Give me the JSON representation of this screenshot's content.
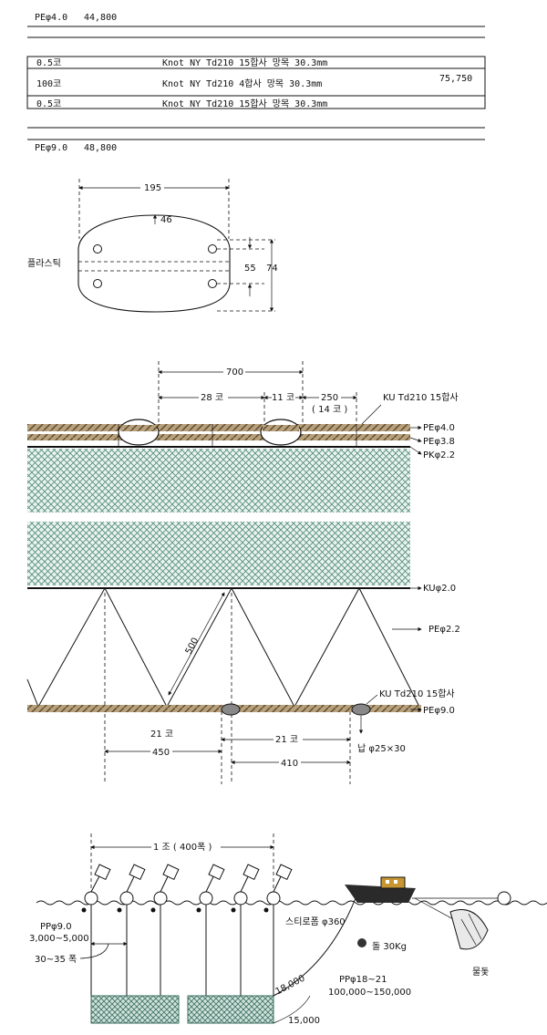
{
  "header": {
    "row1_label": "PEφ4.0",
    "row1_value": "44,800",
    "table_rows": [
      {
        "qty": "0.5코",
        "spec": "Knot NY Td210 15합사 망목 30.3mm"
      },
      {
        "qty": "100코",
        "spec": "Knot NY Td210  4합사 망목 30.3mm"
      },
      {
        "qty": "0.5코",
        "spec": "Knot NY Td210 15합사 망목 30.3mm"
      }
    ],
    "table_total": "75,750",
    "row2_label": "PEφ9.0",
    "row2_value": "48,800"
  },
  "float_diagram": {
    "width": "195",
    "top_depth": "46",
    "inner": "55",
    "height": "74",
    "material": "플라스틱"
  },
  "net_diagram": {
    "span_total": "700",
    "span_a": "28 코",
    "span_b": "11 코",
    "span_c": "250",
    "span_c_sub": "( 14 코 )",
    "top_twine": "KU Td210 15합사",
    "rope_labels": [
      "PEφ4.0",
      "PEφ3.8",
      "PKφ2.2"
    ],
    "mid_rope": "KUφ2.0",
    "zigzag_rope": "PEφ2.2",
    "zig_length": "500",
    "bottom_twine": "KU Td210 15합사",
    "bottom_rope": "PEφ9.0",
    "span_d": "21 코",
    "span_e": "21 코",
    "span_f": "450",
    "span_g": "410",
    "sinker": "납 φ25×30"
  },
  "fleet_diagram": {
    "set_label": "1 조 ( 400폭 )",
    "rope_a": "PPφ9.0",
    "rope_a_len": "3,000~5,000",
    "spacing": "30~35 폭",
    "float": "스티로폼 φ360",
    "stone": "돌 30Kg",
    "main_rope": "PPφ18~21",
    "main_rope_len": "100,000~150,000",
    "len_a": "18,000",
    "len_b": "15,000",
    "anchor": "물돛"
  }
}
